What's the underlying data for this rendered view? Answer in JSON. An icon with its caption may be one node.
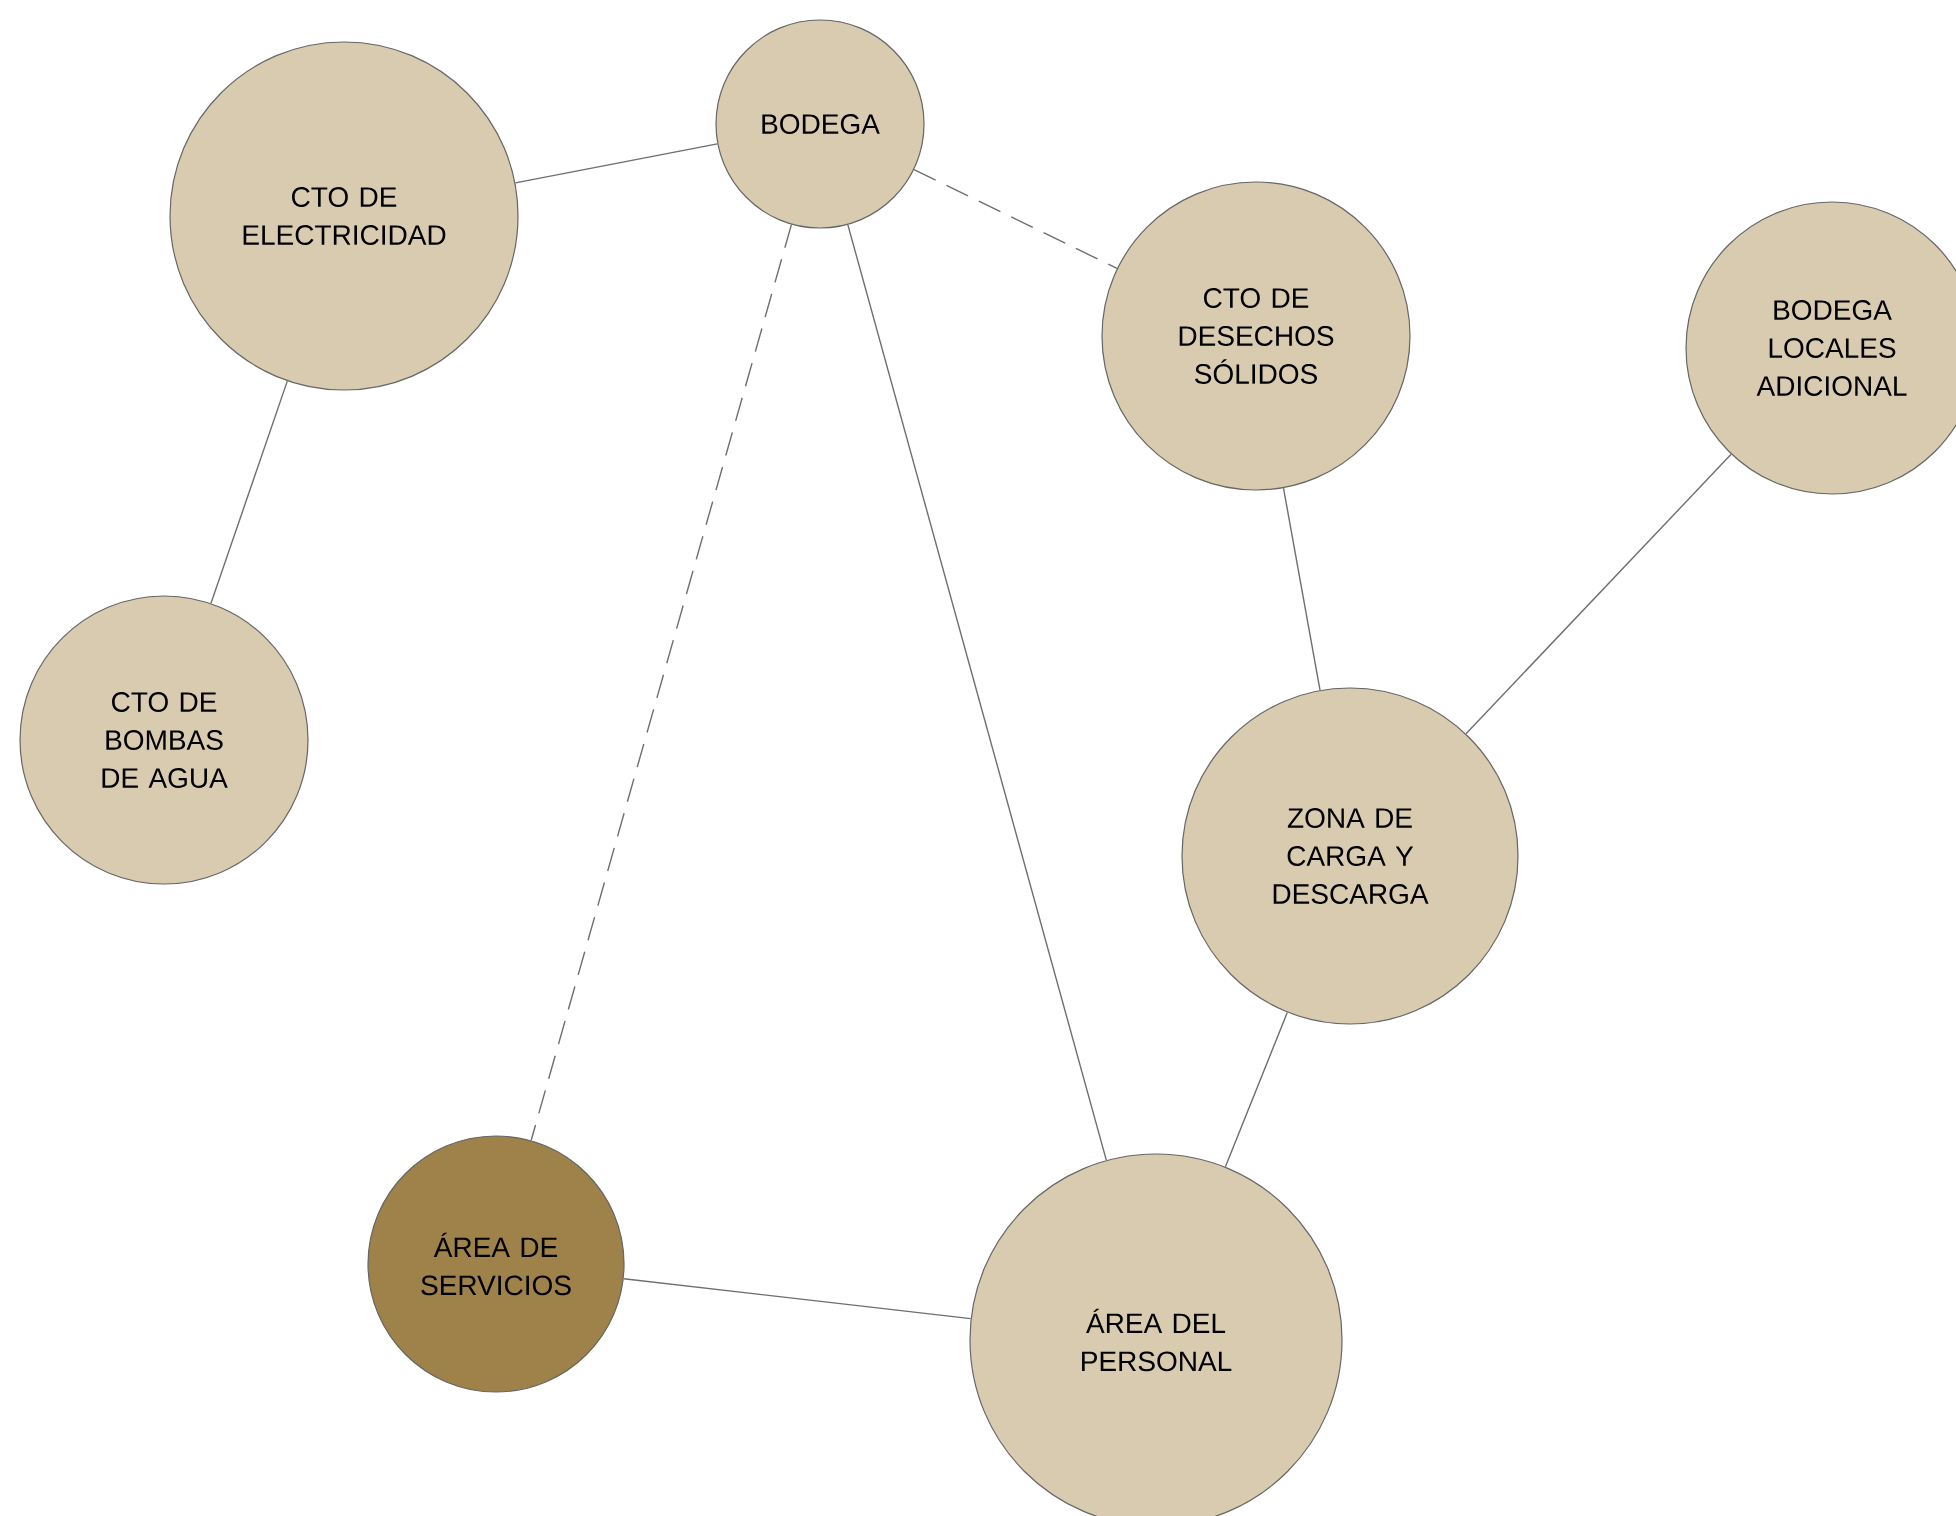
{
  "diagram": {
    "nodes": [
      {
        "text": [
          "BODEGA"
        ]
      },
      {
        "text": [
          "CTO DE ELECTRICIDAD"
        ]
      },
      {
        "text": [
          "CTO DE DESECHOS SÓLIDOS"
        ]
      },
      {
        "text": [
          "BODEGA LOCALES ADICIONAL"
        ]
      },
      {
        "text": [
          "CTO DE BOMBAS DE AGUA"
        ]
      },
      {
        "text": [
          "ZONA DE CARGA Y DESCARGA"
        ]
      },
      {
        "text": [
          "ÁREA DE SERVICIOS"
        ]
      },
      {
        "text": [
          "ÁREA DEL PERSONAL"
        ]
      }
    ],
    "edges": [
      {
        "from": 0,
        "to": 1,
        "arrow": "none"
      },
      {
        "from": 0,
        "to": 2,
        "arrow": "none",
        "style": "dashed"
      },
      {
        "from": 1,
        "to": 4,
        "arrow": "none"
      },
      {
        "from": 0,
        "to": 6,
        "arrow": "none",
        "style": "dashed"
      },
      {
        "from": 0,
        "to": 7,
        "arrow": "none"
      },
      {
        "from": 2,
        "to": 5,
        "arrow": "none"
      },
      {
        "from": 3,
        "to": 5,
        "arrow": "none"
      },
      {
        "from": 5,
        "to": 7,
        "arrow": "none"
      },
      {
        "from": 6,
        "to": 7,
        "arrow": "none"
      }
    ]
  }
}
